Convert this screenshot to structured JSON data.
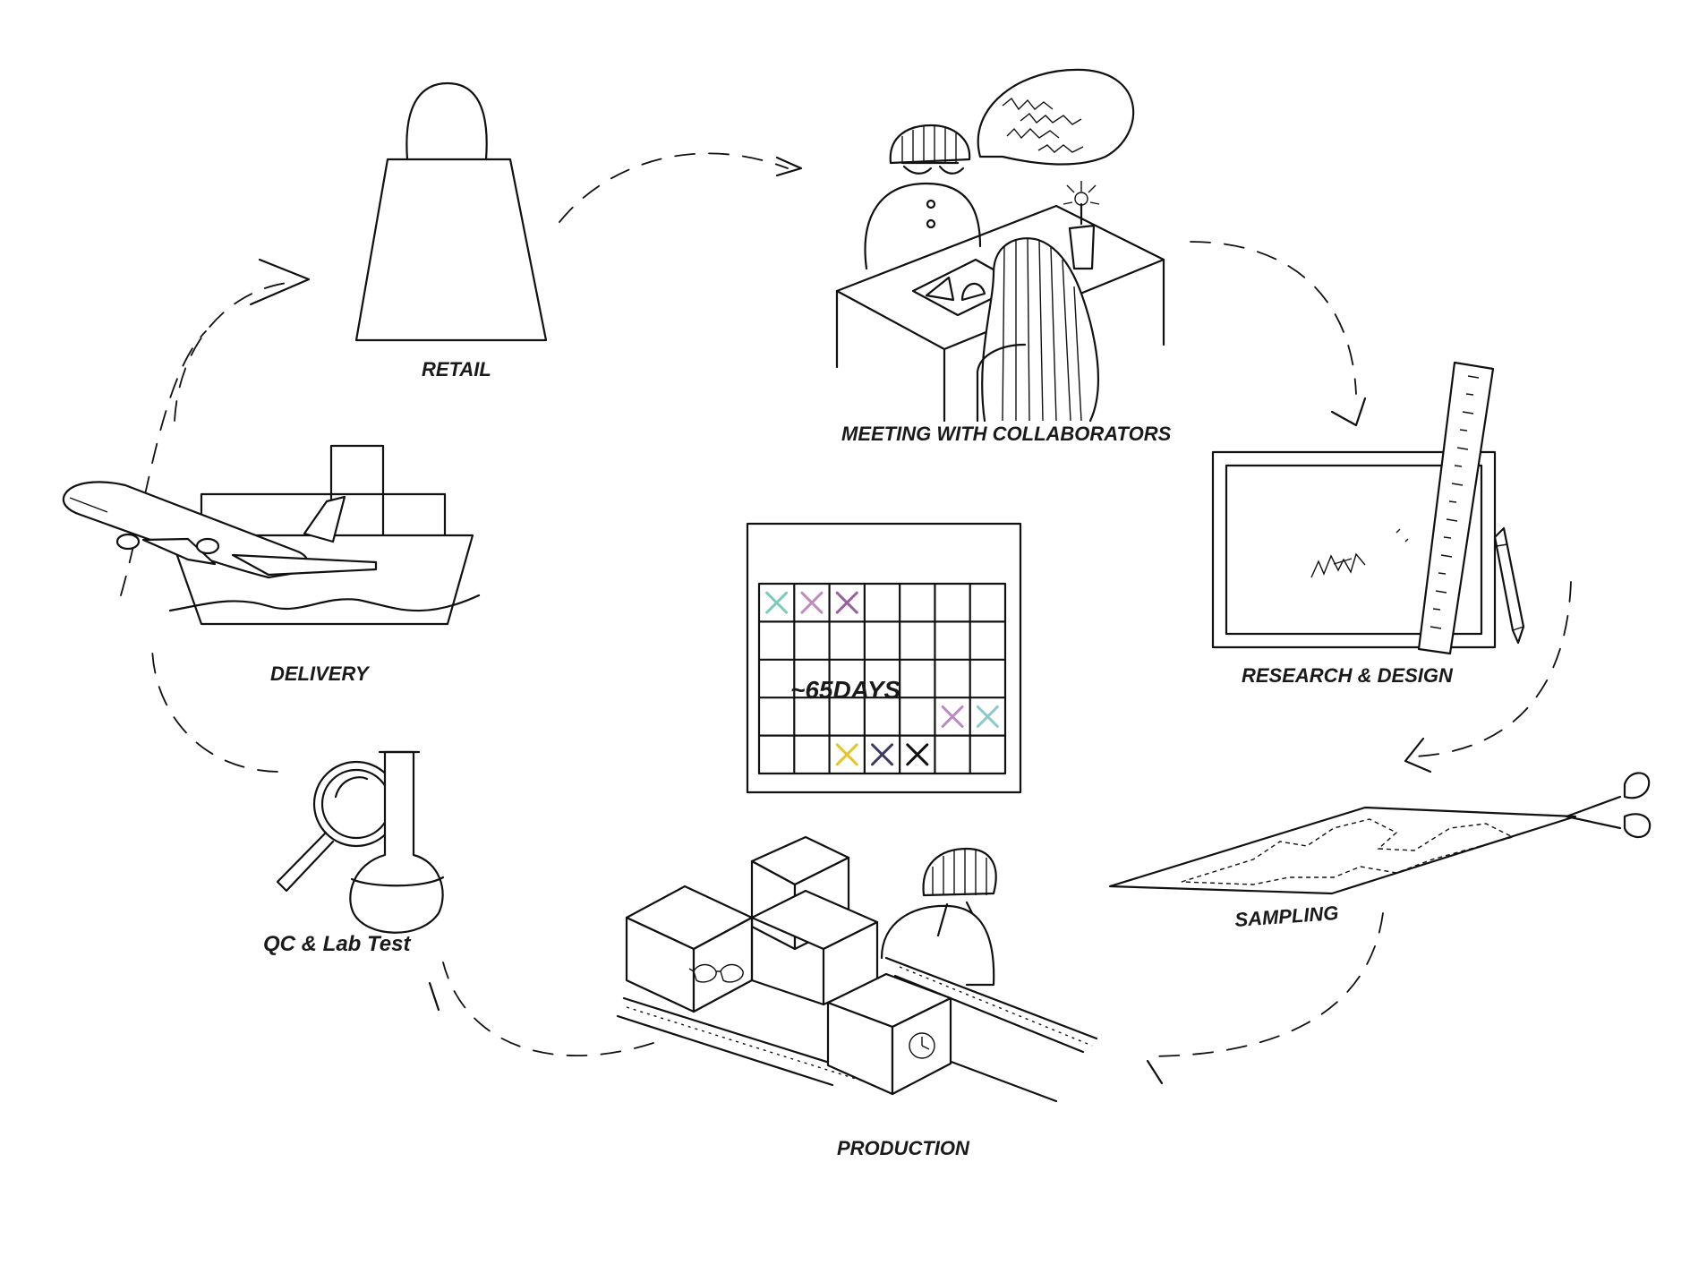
{
  "stages": {
    "retail": "RETAIL",
    "meeting": "MEETING WITH COLLABORATORS",
    "research": "RESEARCH & DESIGN",
    "sampling": "SAMPLING",
    "production": "PRODUCTION",
    "qc": "QC & Lab Test",
    "delivery": "DELIVERY"
  },
  "calendar": {
    "duration": "~65DAYS",
    "marks": [
      {
        "row": 0,
        "col": 0,
        "color": "#7ccbb9"
      },
      {
        "row": 0,
        "col": 1,
        "color": "#c08bbd"
      },
      {
        "row": 0,
        "col": 2,
        "color": "#9a5fa2"
      },
      {
        "row": 3,
        "col": 5,
        "color": "#b98bc0"
      },
      {
        "row": 3,
        "col": 6,
        "color": "#8cc9c9"
      },
      {
        "row": 4,
        "col": 2,
        "color": "#e3c62a"
      },
      {
        "row": 4,
        "col": 3,
        "color": "#3d3a66"
      },
      {
        "row": 4,
        "col": 4,
        "color": "#111111"
      }
    ]
  }
}
